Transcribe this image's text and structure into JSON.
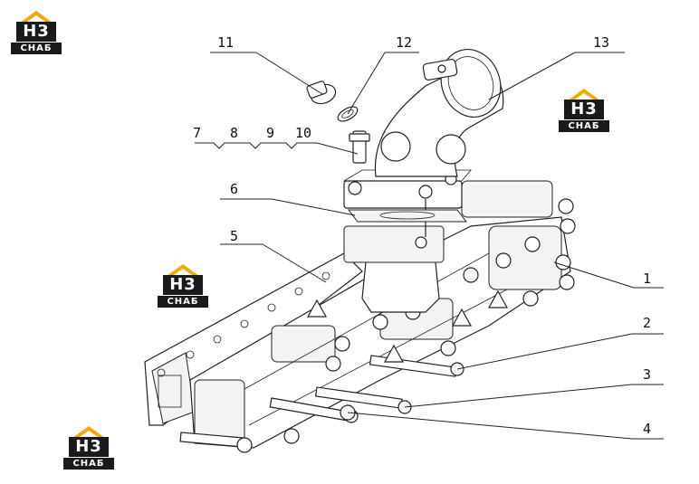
{
  "logos": [
    {
      "mark": "H3",
      "brand": "СНАБ"
    },
    {
      "mark": "H3",
      "brand": "СНАБ"
    },
    {
      "mark": "H3",
      "brand": "СНАБ"
    },
    {
      "mark": "H3",
      "brand": "СНАБ"
    }
  ],
  "logo_colors": {
    "roof": "#f2a900",
    "body": "#1a1a1a",
    "text": "#ffffff"
  },
  "callouts": [
    "1",
    "2",
    "3",
    "4",
    "5",
    "6",
    "7",
    "8",
    "9",
    "10",
    "11",
    "12",
    "13"
  ]
}
